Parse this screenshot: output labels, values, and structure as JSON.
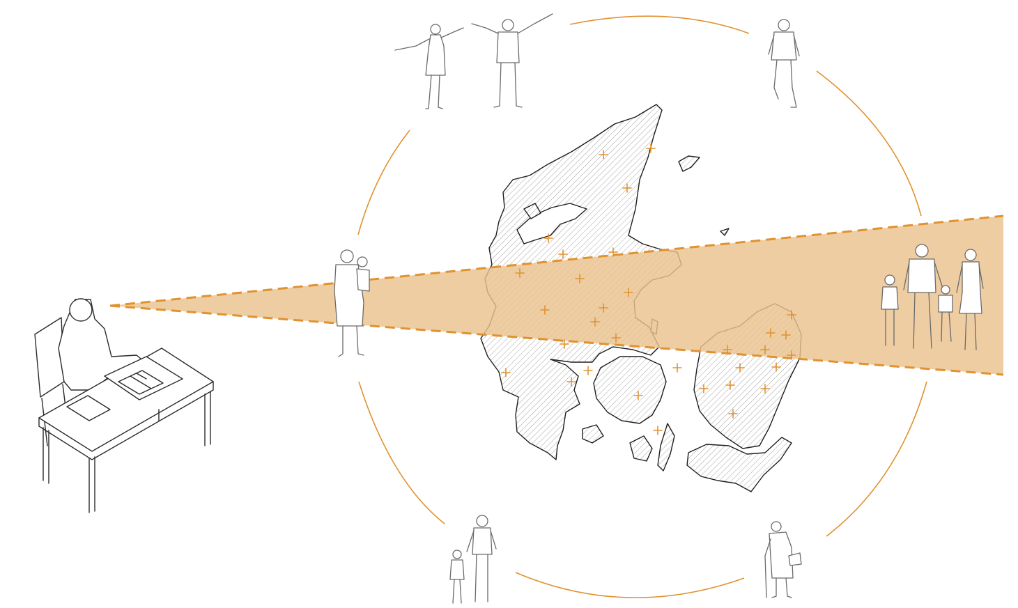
{
  "colors": {
    "accent": "#e0922e",
    "beam_fill": "#ebc28d",
    "land_outline": "#1e1e1e",
    "land_hatch": "#9a9a9a",
    "figure_outline": "#6a6a6a",
    "background": "#ffffff"
  },
  "diagram": {
    "central_element": "map-of-denmark",
    "observer": "person-at-desk",
    "ring_figures": [
      "couple-dancing-figures",
      "man-walking-figure",
      "parent-holding-child-figure",
      "family-walking-figures",
      "mother-and-child-figures",
      "elderly-woman-with-cane-figure"
    ],
    "beam": "dashed-orange-sight-beam",
    "site_markers": 32
  }
}
